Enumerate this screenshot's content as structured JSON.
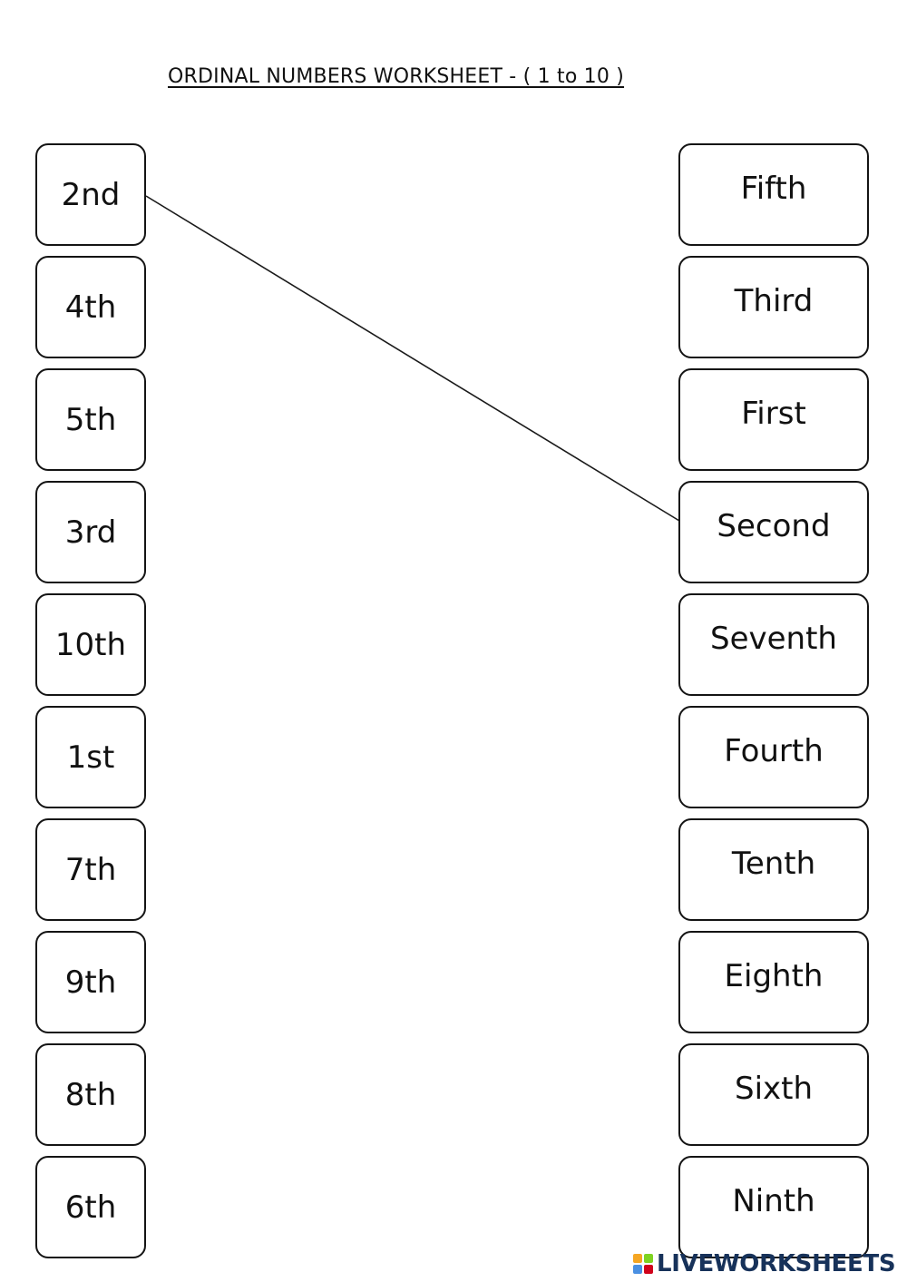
{
  "title": "ORDINAL NUMBERS WORKSHEET - ( 1 to 10 )",
  "left_column": [
    "2nd",
    "4th",
    "5th",
    "3rd",
    "10th",
    "1st",
    "7th",
    "9th",
    "8th",
    "6th"
  ],
  "right_column": [
    "Fifth",
    "Third",
    "First",
    "Second",
    "Seventh",
    "Fourth",
    "Tenth",
    "Eighth",
    "Sixth",
    "Ninth"
  ],
  "matches_drawn": [
    {
      "from": "2nd",
      "to": "Second"
    }
  ],
  "watermark": {
    "text": "LIVEWORKSHEETS",
    "logo_colors": [
      "#f5a623",
      "#7ed321",
      "#4a90e2",
      "#d0021b"
    ],
    "text_color": "#17325a"
  }
}
